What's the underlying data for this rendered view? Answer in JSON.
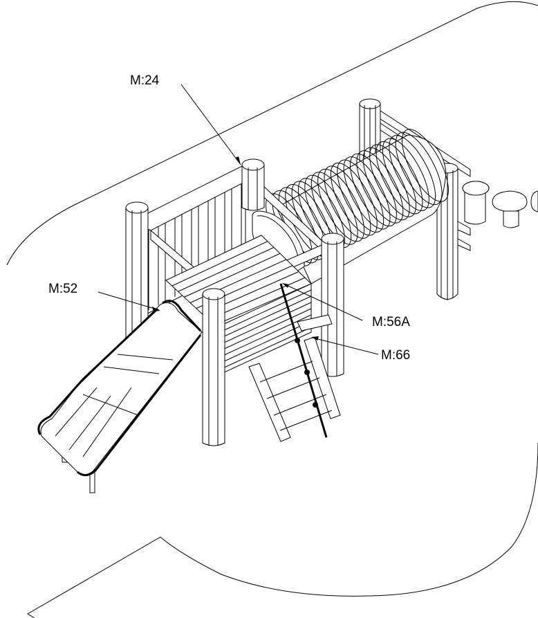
{
  "labels": {
    "m24": "M:24",
    "m52": "M:52",
    "m56a": "M:56A",
    "m66": "M:66"
  },
  "colors": {
    "line": "#000000",
    "background": "#ffffff"
  }
}
